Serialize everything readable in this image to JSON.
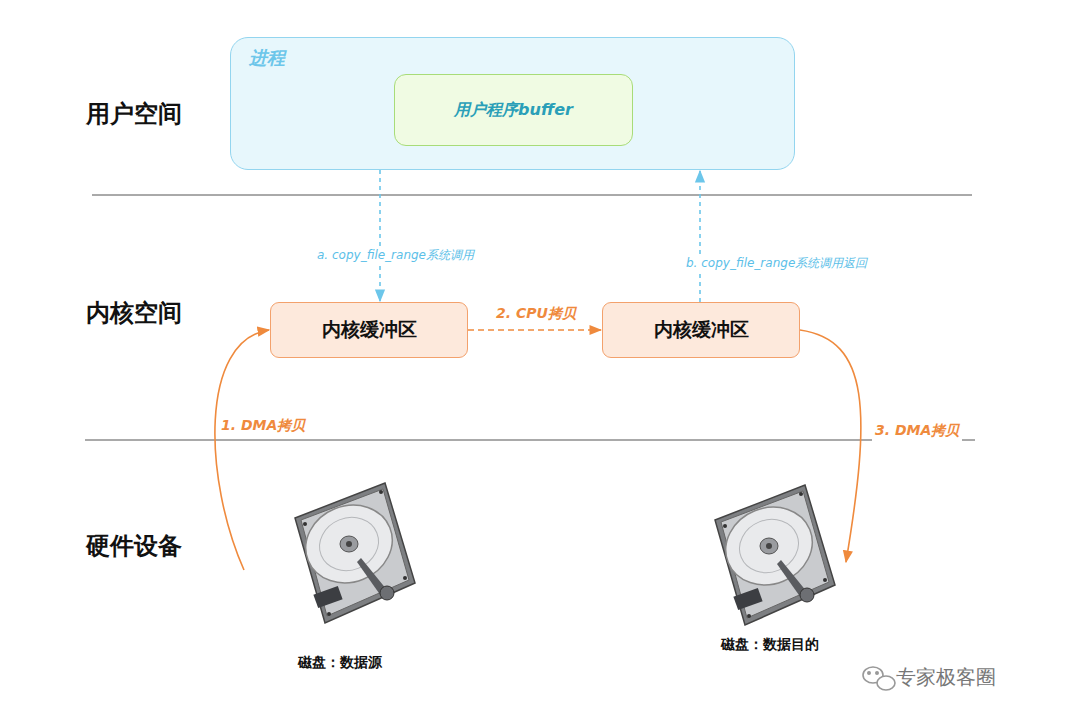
{
  "diagram": {
    "nodes": [
      {
        "text": [
          "进程"
        ]
      },
      {
        "text": [
          "用户程序buffer"
        ],
        "in": 0
      },
      {
        "text": [
          "内核缓冲区"
        ]
      },
      {
        "text": [
          "内核缓冲区"
        ]
      },
      {
        "text": [
          "磁盘：数据源"
        ]
      },
      {
        "text": [
          "磁盘：数据目的"
        ]
      }
    ],
    "edges": [
      {
        "from": 0,
        "to": 2,
        "arrow": "to",
        "label": "a. copy_file_range系统调用"
      },
      {
        "from": 2,
        "to": 3,
        "arrow": "to",
        "label": "2. CPU拷贝"
      },
      {
        "from": 3,
        "to": 0,
        "arrow": "to",
        "label": "b. copy_file_range系统调用返回"
      },
      {
        "from": 4,
        "to": 2,
        "arrow": "to",
        "label": "1. DMA拷贝"
      },
      {
        "from": 3,
        "to": 5,
        "arrow": "to",
        "label": "3. DMA拷贝"
      }
    ],
    "labels": [
      "用户空间",
      "内核空间",
      "硬件设备",
      "专家极客圈"
    ]
  }
}
